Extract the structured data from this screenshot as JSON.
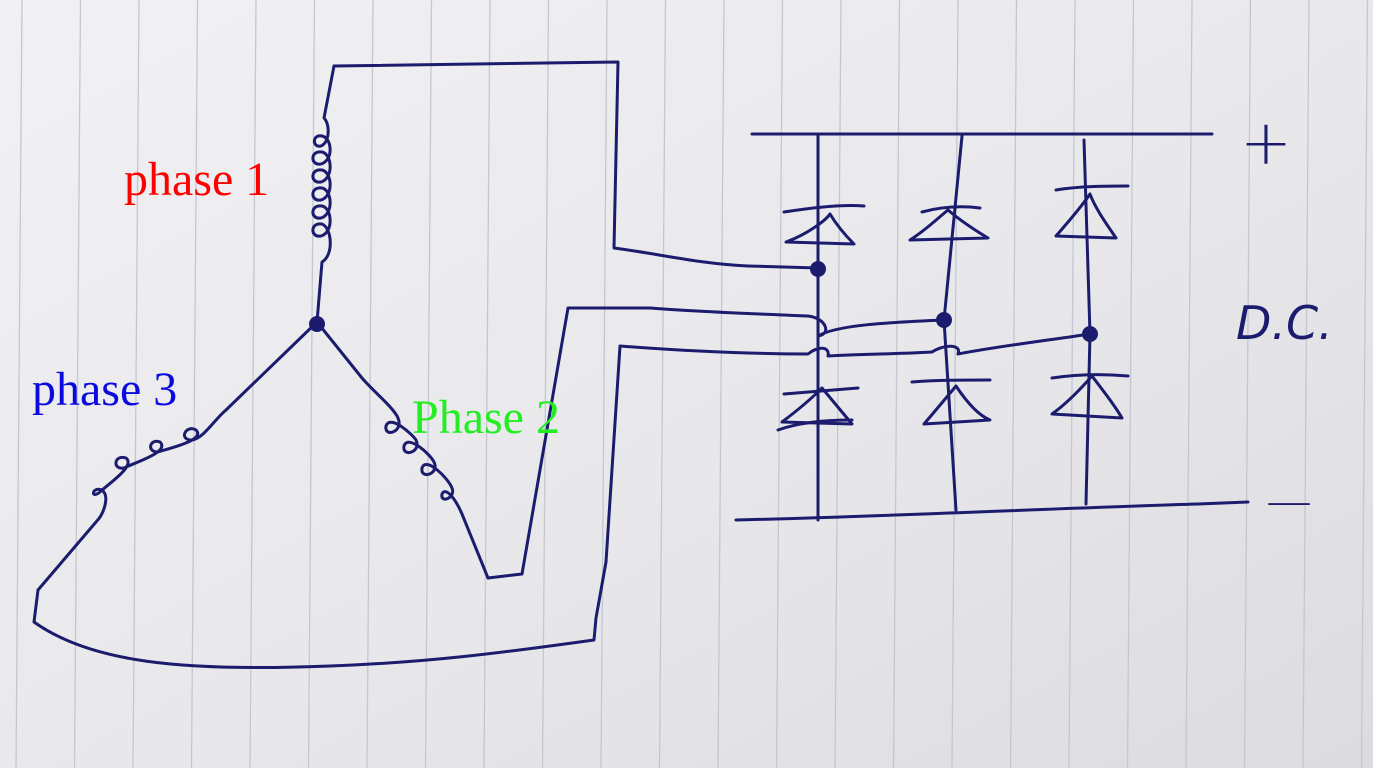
{
  "colors": {
    "ink": "#1c1c6e",
    "phase1": "#ff0000",
    "phase2": "#22ee22",
    "phase3": "#0a0ae0",
    "paper": "#ececef",
    "rule": "#c4c6d2"
  },
  "labels": {
    "phase1": "phase 1",
    "phase2": "Phase 2",
    "phase3": "phase 3",
    "plus": "+",
    "minus": "—",
    "dc": "D.C."
  }
}
